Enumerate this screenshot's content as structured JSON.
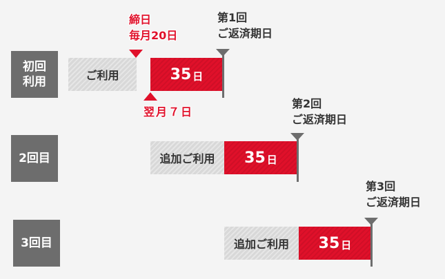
{
  "colors": {
    "background": "#f4f4f4",
    "label_box": "#6d6d6d",
    "usage_bar": "#d8d8d8",
    "period_bar": "#e0102a",
    "marker": "#6d6d6d"
  },
  "closing": {
    "line1": "締日",
    "line2": "毎月20日"
  },
  "next_month": "翌月７日",
  "rows": [
    {
      "label": "初回\n利用",
      "usage": "ご利用",
      "days_num": "35",
      "days_unit": "日",
      "due_line1": "第1回",
      "due_line2": "ご返済期日"
    },
    {
      "label": "2回目",
      "usage": "追加ご利用",
      "days_num": "35",
      "days_unit": "日",
      "due_line1": "第2回",
      "due_line2": "ご返済期日"
    },
    {
      "label": "3回目",
      "usage": "追加ご利用",
      "days_num": "35",
      "days_unit": "日",
      "due_line1": "第3回",
      "due_line2": "ご返済期日"
    }
  ]
}
